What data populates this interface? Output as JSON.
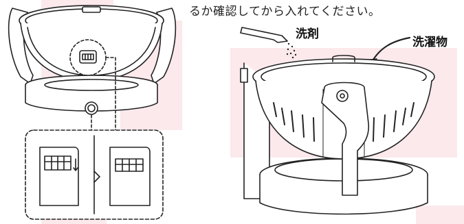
{
  "instruction_text": "るか確認してから入れてください。",
  "labels": {
    "detergent": "洗剤",
    "laundry": "洗濯物"
  },
  "colors": {
    "background_accent": "#fbe9ec",
    "line": "#222222"
  }
}
